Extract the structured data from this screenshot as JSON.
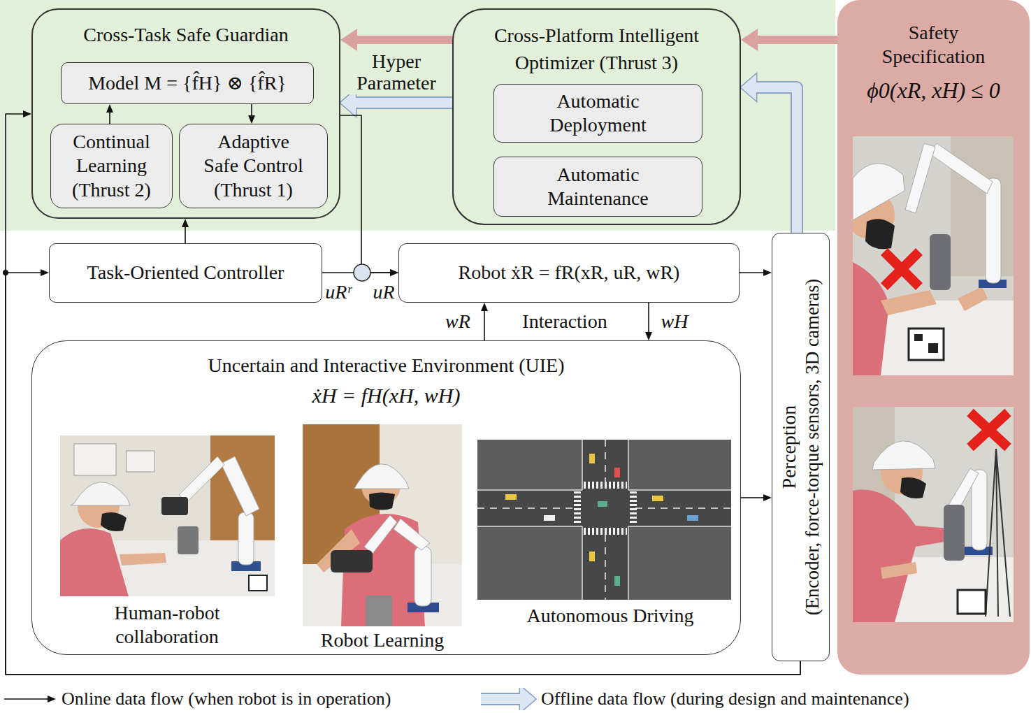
{
  "diagram": {
    "nodes": [
      {
        "text": [
          "Cross-Task Safe Guardian"
        ]
      },
      {
        "text": [
          "Model M = {f̂H} ⊗ {f̂R}"
        ],
        "in": 0
      },
      {
        "text": [
          "Continual Learning (Thrust 2)"
        ],
        "in": 0
      },
      {
        "text": [
          "Adaptive Safe Control (Thrust 1)"
        ],
        "in": 0
      },
      {
        "text": [
          "Cross-Platform Intelligent Optimizer (Thrust 3)"
        ]
      },
      {
        "text": [
          "Automatic Deployment"
        ],
        "in": 4
      },
      {
        "text": [
          "Automatic Maintenance"
        ],
        "in": 4
      },
      {
        "text": [
          "Safety Specification",
          "ϕ0(xR, xH) ≤ 0"
        ]
      },
      {
        "text": [
          "Task-Oriented Controller"
        ]
      },
      {
        "text": [
          "Robot ẋR = fR(xR, uR, wR)"
        ]
      },
      {
        "text": [
          "Perception",
          "(Encoder, force-torque sensors, 3D cameras)"
        ]
      },
      {
        "text": [
          "Uncertain and Interactive Environment (UIE)",
          "ẋH = fH(xH, wH)",
          "Human-robot collaboration",
          "Robot Learning",
          "Autonomous Driving"
        ]
      }
    ],
    "edges": [
      {
        "from": 7,
        "to": 4,
        "arrow": "to"
      },
      {
        "from": 4,
        "to": 0,
        "arrow": "to"
      },
      {
        "from": 4,
        "to": 0,
        "label": "Hyper Parameter",
        "arrow": "to"
      },
      {
        "from": 10,
        "to": 4,
        "arrow": "to"
      },
      {
        "from": 2,
        "to": 1,
        "arrow": "to"
      },
      {
        "from": 1,
        "to": 3,
        "arrow": "to"
      },
      {
        "from": 8,
        "to": 0,
        "arrow": "to"
      },
      {
        "from": 8,
        "to": 9,
        "arrow": "to"
      },
      {
        "from": 0,
        "to": 9,
        "arrow": "to"
      },
      {
        "from": 9,
        "to": 10,
        "arrow": "to"
      },
      {
        "from": 11,
        "to": 10,
        "arrow": "to"
      },
      {
        "from": 11,
        "to": 9,
        "label": "wR",
        "arrow": "to"
      },
      {
        "from": 9,
        "to": 11,
        "label": "wH",
        "arrow": "to"
      },
      {
        "from": 10,
        "to": 8,
        "arrow": "to"
      },
      {
        "from": 10,
        "to": 0,
        "arrow": "to"
      }
    ],
    "labels": [
      "uRʳ",
      "uR",
      "Interaction"
    ],
    "legend": [
      {
        "text": "Online data flow (when robot is in operation)"
      },
      {
        "text": "Offline data flow (during design and maintenance)"
      }
    ]
  }
}
